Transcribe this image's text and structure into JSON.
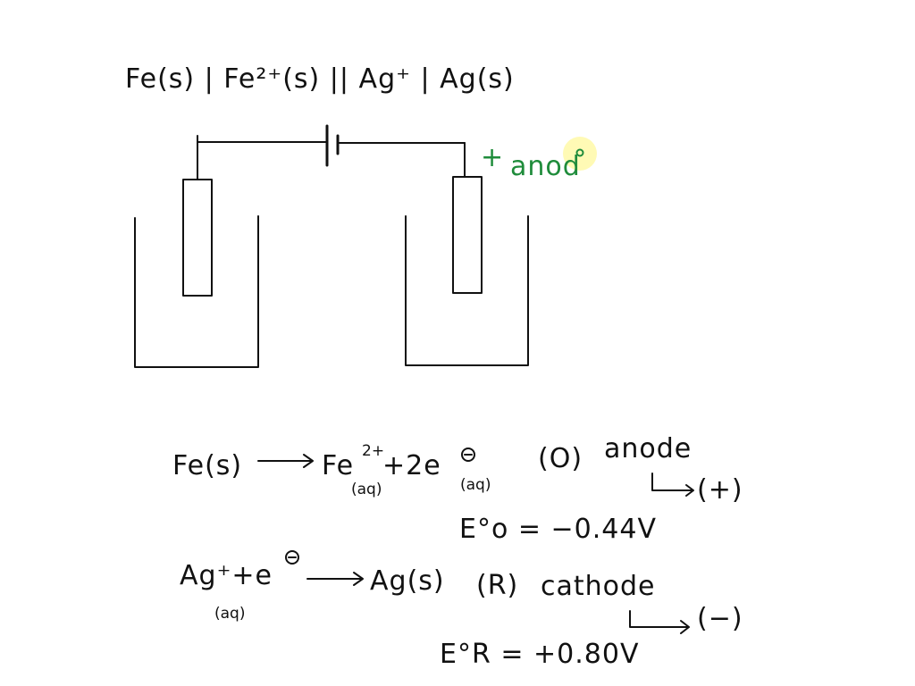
{
  "cell_notation": "Fe(s) | Fe²⁺(s) || Ag⁺ | Ag(s)",
  "electrode_right": {
    "plus_sign": "+",
    "label": "anod"
  },
  "colors": {
    "ink": "#111111",
    "annotation": "#1f8c3b",
    "highlight": "#fff9a8"
  },
  "oxidation": {
    "lhs": "Fe(s)",
    "product_fe": "Fe",
    "product_fe_charge": "2+",
    "product_fe_state": "(aq)",
    "product_electrons": "+2e",
    "electron_state": "(aq)",
    "type": "(O)",
    "electrode": "anode",
    "sign": "(+)",
    "potential": "E°o = −0.44V"
  },
  "reduction": {
    "lhs_ag": "Ag⁺+e",
    "lhs_state": "(aq)",
    "product": "Ag(s)",
    "type": "(R)",
    "electrode": "cathode",
    "sign": "(−)",
    "potential": "E°R = +0.80V"
  }
}
